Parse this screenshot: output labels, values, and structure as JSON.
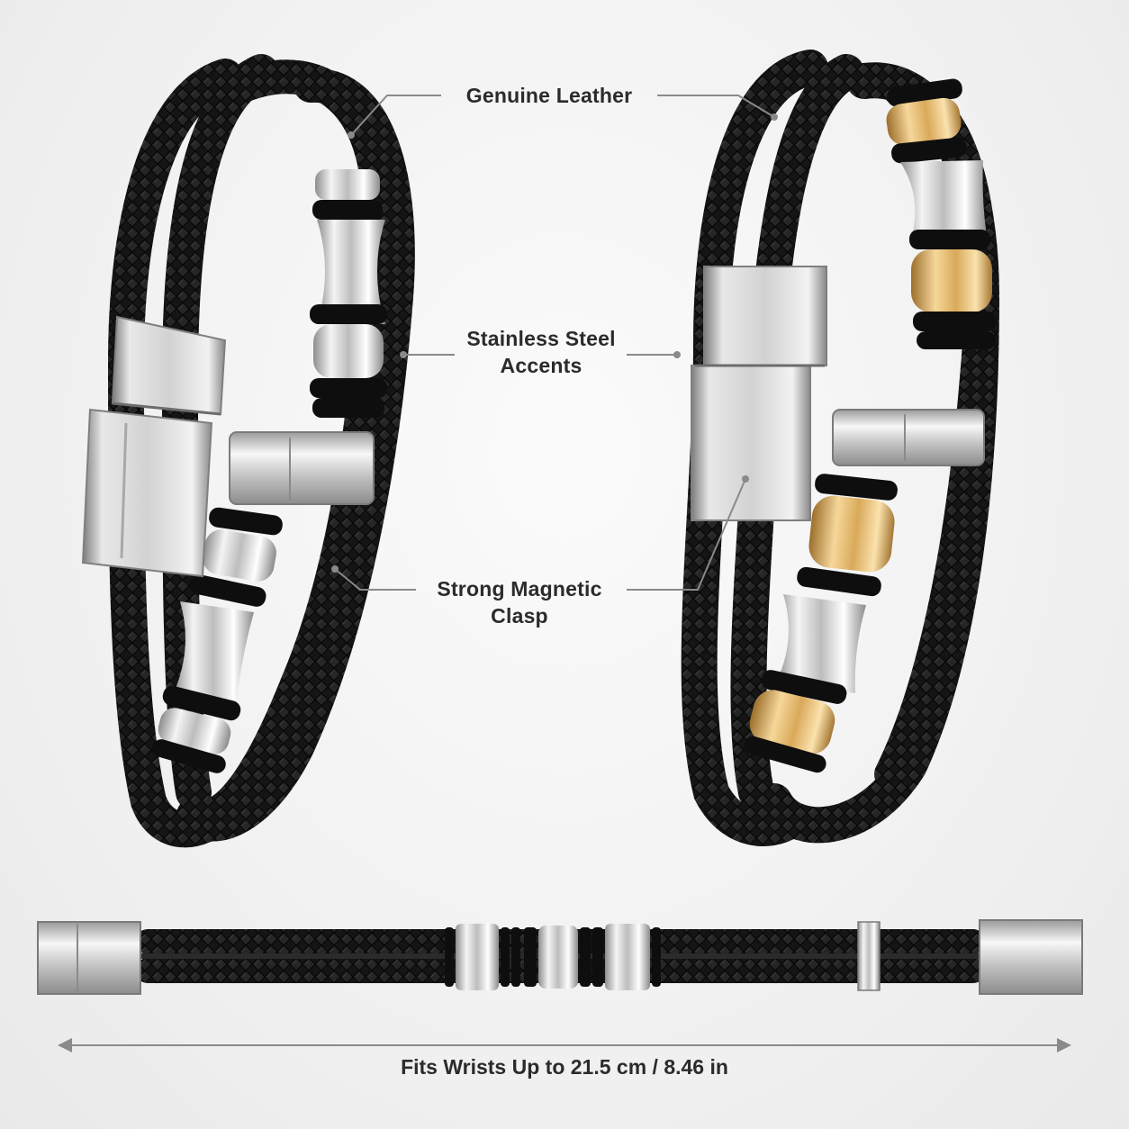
{
  "features": {
    "leather": "Genuine Leather",
    "steel_line1": "Stainless Steel",
    "steel_line2": "Accents",
    "clasp_line1": "Strong Magnetic",
    "clasp_line2": "Clasp"
  },
  "size_note": "Fits Wrists Up to 21.5 cm / 8.46 in",
  "colors": {
    "background": "#f1f1f1",
    "leather": "#141414",
    "steel": "#d9d9d9",
    "gold": "#e0b56c",
    "callout_line": "#8a8a8a",
    "text": "#2b2b2b"
  }
}
